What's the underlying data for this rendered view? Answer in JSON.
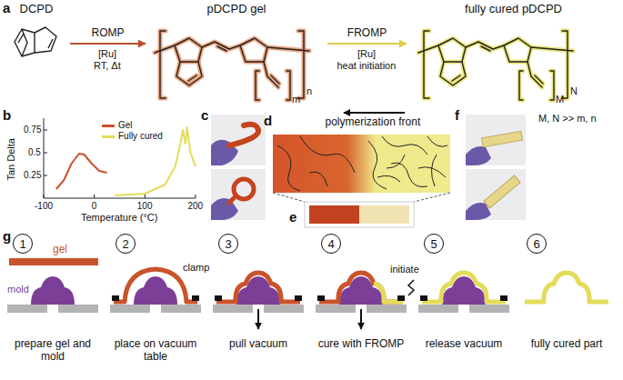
{
  "diagram": {
    "nodes": [
      {
        "text": [
          "DCPD"
        ]
      },
      {
        "text": [
          "pDCPD gel"
        ]
      },
      {
        "text": [
          "fully cured pDCPD"
        ]
      },
      {
        "text": [
          "1"
        ]
      },
      {
        "text": [
          "2"
        ]
      },
      {
        "text": [
          "3"
        ]
      },
      {
        "text": [
          "4"
        ]
      },
      {
        "text": [
          "5"
        ]
      },
      {
        "text": [
          "6"
        ]
      }
    ],
    "edges": [
      {
        "from": 0,
        "to": 1,
        "arrow": "to",
        "label": "ROMP"
      },
      {
        "from": 1,
        "to": 2,
        "arrow": "to",
        "label": "FROMP"
      }
    ],
    "labels": [
      "a",
      "[Ru]",
      "RT, Δt",
      "n",
      "m",
      "[Ru]",
      "heat initiation",
      "N",
      "M",
      "M, N >> m, n",
      "b",
      "Tan Delta",
      "0.75",
      "0.5",
      "0.25",
      "-100",
      "0",
      "100",
      "200",
      "Temperature (°C)",
      "c",
      "polymerization front",
      "d",
      "e",
      "f",
      "g",
      "gel",
      "mold",
      "prepare gel and mold",
      "clamp",
      "place on vacuum table",
      "pull vacuum",
      "cure with FROMP",
      "initiate",
      "release vacuum",
      "fully cured part"
    ],
    "legend": [
      {
        "text": "Gel",
        "color": "#c9532b"
      },
      {
        "text": "Fully cured",
        "color": "#e3dc5a"
      }
    ]
  }
}
